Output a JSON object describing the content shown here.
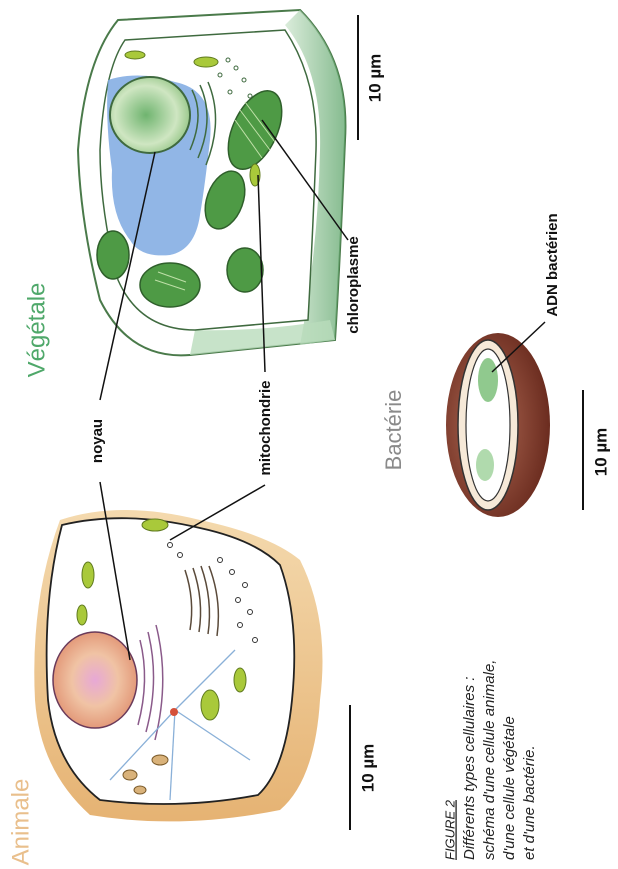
{
  "labels": {
    "animal_title": "Animale",
    "plant_title": "Végétale",
    "bacteria_title": "Bactérie",
    "noyau": "noyau",
    "mitochondrie": "mitochondrie",
    "chloroplasme": "chloroplasme",
    "adn": "ADN bactérien",
    "scale_plant": "10 µm",
    "scale_animal": "10 µm",
    "scale_bacteria": "10 µm"
  },
  "caption": {
    "figure": "FIGURE 2",
    "line1": "Différents types cellulaires :",
    "line2": "schéma d'une cellule animale,",
    "line3": "d'une cellule végétale",
    "line4": "et d'une bactérie."
  },
  "colors": {
    "animal_title": "#e9bf8c",
    "plant_title": "#4fa86a",
    "bacteria_title": "#8a8a8a",
    "chloroplast": "#4e9a45",
    "vacuole": "#6fa3e0",
    "mitochondria": "#a9c93a",
    "bacteria_wall": "#7a3a2a",
    "animal_membrane": "#e4b46a",
    "nucleus_animal": "#e9a58c"
  }
}
